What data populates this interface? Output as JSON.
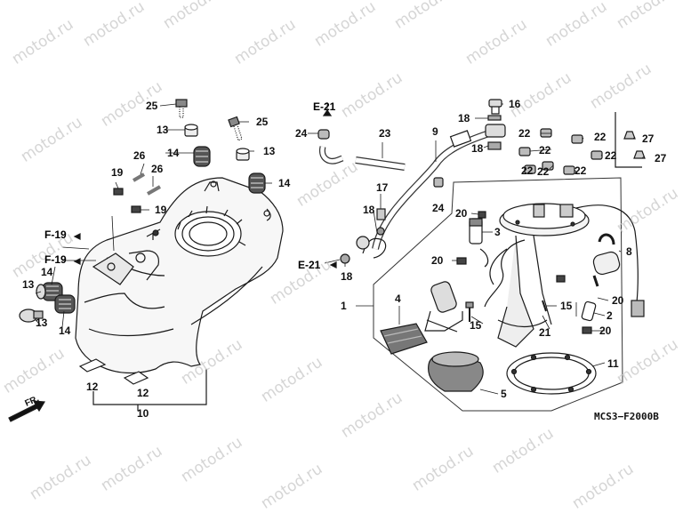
{
  "watermark": "motod.ru",
  "diagram_code": "MCS3−F2000B",
  "front_marker": "FR.",
  "refs": {
    "e21_top": "E-21",
    "e21_bottom": "E-21",
    "f19_a": "F-19",
    "f19_b": "F-19"
  },
  "callouts": {
    "c1": "1",
    "c2": "2",
    "c3": "3",
    "c4": "4",
    "c5": "5",
    "c8": "8",
    "c9": "9",
    "c10": "10",
    "c11": "11",
    "c12a": "12",
    "c12b": "12",
    "c13a": "13",
    "c13b": "13",
    "c13c": "13",
    "c13d": "13",
    "c14a": "14",
    "c14b": "14",
    "c14c": "14",
    "c14d": "14",
    "c15a": "15",
    "c15b": "15",
    "c16": "16",
    "c17": "17",
    "c18a": "18",
    "c18b": "18",
    "c18c": "18",
    "c18d": "18",
    "c19a": "19",
    "c19b": "19",
    "c20a": "20",
    "c20b": "20",
    "c20c": "20",
    "c20d": "20",
    "c21": "21",
    "c22a": "22",
    "c22b": "22",
    "c22c": "22",
    "c22d": "22",
    "c22e": "22",
    "c22f": "22",
    "c22g": "22",
    "c23": "23",
    "c24a": "24",
    "c24b": "24",
    "c25a": "25",
    "c25b": "25",
    "c26a": "26",
    "c26b": "26",
    "c27a": "27",
    "c27b": "27"
  }
}
